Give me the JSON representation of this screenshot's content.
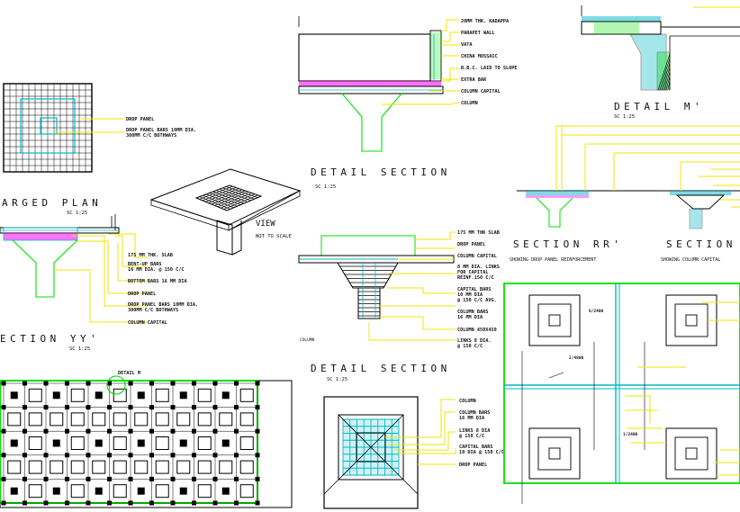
{
  "colors": {
    "leader": "#f2e600",
    "green": "#00e000",
    "cyan": "#00b8c8",
    "magenta": "#ff00ff",
    "black": "#000000"
  },
  "titles": {
    "enlarged_plan": "ARGED PLAN",
    "enlarged_plan_scale": "SC 1:25",
    "section_yy": "ECTION YY'",
    "section_yy_scale": "SC 1:25",
    "detail_section_top": "DETAIL SECTION",
    "detail_section_top_scale": "SC 1:25",
    "detail_section_bottom": "DETAIL SECTION",
    "detail_section_bottom_scale": "SC 1:25",
    "detail_m": "DETAIL M'",
    "detail_m_scale": "SC 1:25",
    "section_rr": "SECTION RR'",
    "section_right": "SECTION",
    "view": "VIEW",
    "view_scale": "NOT TO SCALE",
    "column_small": "COLUMN",
    "detail_m_marker": "DETAIL M"
  },
  "notes": {
    "rr_caption": "SHOWING DROP PANEL REINFORCEMENT",
    "right_caption": "SHOWING COLUMN CAPITAL"
  },
  "labels_plan": [
    "DROP PANEL",
    "DROP PANEL BARS 10MM DIA.",
    "300MM C/C BOTHWAYS"
  ],
  "labels_yy": [
    "175 MM THK. SLAB",
    "BENT-UP BARS",
    "16 MM DIA. @ 150 C/C",
    "BOTTOM BARS 16 MM DIA",
    "DROP PANEL",
    "DROP PANEL BARS 10MM DIA.",
    "300MM C/C BOTHWAYS",
    "COLUMN CAPITAL"
  ],
  "labels_top_section": [
    "20MM THK. KADAPPA",
    "PARAPET WALL",
    "VATA",
    "CHINA MOSSAIC",
    "B.B.C. LAID TO SLOPE",
    "EXTRA BAR",
    "COLUMN CAPITAL",
    "COLUMN"
  ],
  "labels_mid_section": [
    "175 MM THK SLAB",
    "DROP PANEL",
    "COLUMN CAPITAL",
    "8 MM DIA. LINKS",
    "FOR CAPITAL",
    "REINF.150 C/C",
    "CAPITAL BARS",
    "10 MM DIA",
    "@ 150 C/C AVG.",
    "COLUMN BARS",
    "16 MM DIA",
    "COLUMN 450X450",
    "LINKS 8 DIA.",
    "@ 150 C/C"
  ],
  "labels_bottom_section": [
    "COLUMN",
    "COLUMN BARS",
    "16 MM DIA",
    "LINKS 8 DIA",
    "@ 150 C/C",
    "CAPITAL BARS",
    "10 DIA @ 150 C/C",
    "DROP PANEL"
  ],
  "labels_right_plan": [
    "6/2400",
    "2/4800",
    "1/2400"
  ]
}
